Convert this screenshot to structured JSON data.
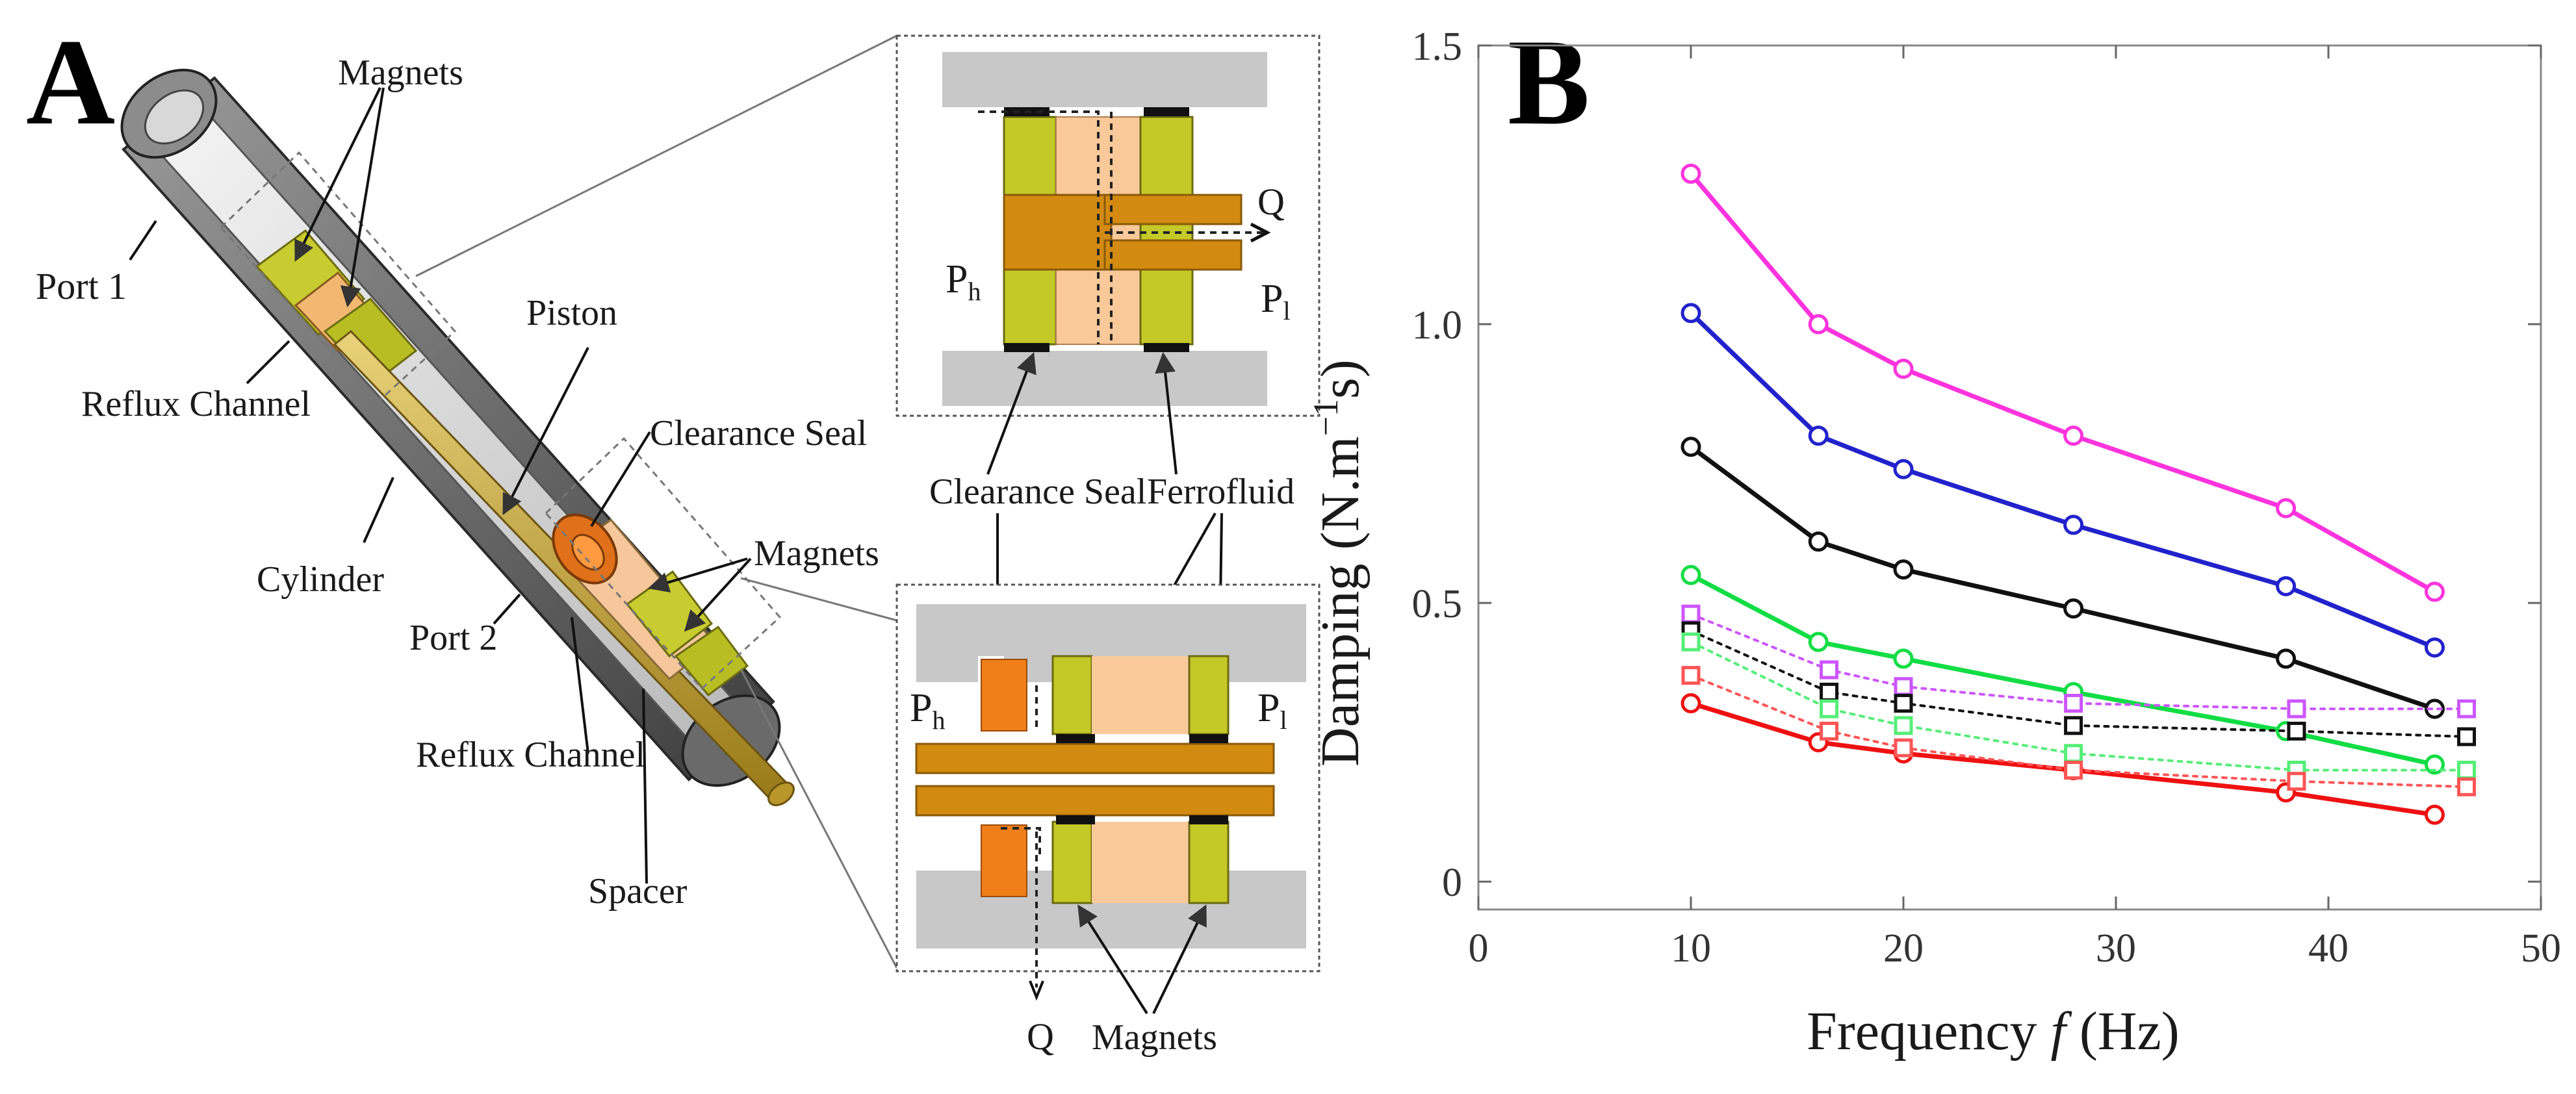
{
  "panels": {
    "a_letter": "A",
    "b_letter": "B"
  },
  "device": {
    "labels": {
      "magnets_top": "Magnets",
      "port1": "Port 1",
      "reflux_top": "Reflux Channel",
      "piston": "Piston",
      "clearance_seal_main": "Clearance Seal",
      "magnets_mid": "Magnets",
      "cylinder": "Cylinder",
      "port2": "Port 2",
      "reflux_bottom": "Reflux Channel",
      "spacer": "Spacer"
    }
  },
  "detail_top": {
    "q_label": "Q",
    "ph_label": "P",
    "ph_sub": "h",
    "pl_label": "P",
    "pl_sub": "l"
  },
  "middle_labels": {
    "clearance_seal": "Clearance Seal",
    "ferrofluid": "Ferrofluid"
  },
  "detail_bottom": {
    "ph_label": "P",
    "ph_sub": "h",
    "pl_label": "P",
    "pl_sub": "l",
    "q_label": "Q",
    "magnets": "Magnets"
  },
  "colors": {
    "magnet": "#c4c928",
    "ferrofluid_region": "#f9c99a",
    "piston": "#d28a10",
    "seal_orange": "#f07f1a",
    "wall_grey": "#c8c8c8"
  },
  "chart_data": {
    "type": "line",
    "xlabel_prefix": "Frequency ",
    "xlabel_var": "f",
    "xlabel_suffix": " (Hz)",
    "ylabel_main": "Damping (N.m",
    "ylabel_sup": "−1",
    "ylabel_tail": "s)",
    "xlim": [
      0,
      50
    ],
    "ylim": [
      -0.05,
      1.5
    ],
    "xticks": [
      0,
      10,
      20,
      30,
      40,
      50
    ],
    "xtick_labels": [
      "0",
      "10",
      "20",
      "30",
      "40",
      "50"
    ],
    "yticks": [
      0,
      0.5,
      1.0,
      1.5
    ],
    "ytick_labels": [
      "0",
      "0.5",
      "1.0",
      "1.5"
    ],
    "series": [
      {
        "color": "#ff33dd",
        "style": "solid",
        "marker": "circle",
        "x": [
          10,
          16,
          20,
          28,
          38,
          45
        ],
        "y": [
          1.27,
          1.0,
          0.92,
          0.8,
          0.67,
          0.52
        ]
      },
      {
        "color": "#2222cc",
        "style": "solid",
        "marker": "circle",
        "x": [
          10,
          16,
          20,
          28,
          38,
          45
        ],
        "y": [
          1.02,
          0.8,
          0.74,
          0.64,
          0.53,
          0.42
        ]
      },
      {
        "color": "#111111",
        "style": "solid",
        "marker": "circle",
        "x": [
          10,
          16,
          20,
          28,
          38,
          45
        ],
        "y": [
          0.78,
          0.61,
          0.56,
          0.49,
          0.4,
          0.31
        ]
      },
      {
        "color": "#11dd44",
        "style": "solid",
        "marker": "circle",
        "x": [
          10,
          16,
          20,
          28,
          38,
          45
        ],
        "y": [
          0.55,
          0.43,
          0.4,
          0.34,
          0.27,
          0.21
        ]
      },
      {
        "color": "#ee1111",
        "style": "solid",
        "marker": "circle",
        "x": [
          10,
          16,
          20,
          28,
          38,
          45
        ],
        "y": [
          0.32,
          0.25,
          0.23,
          0.2,
          0.16,
          0.12
        ]
      },
      {
        "color": "#cc55ff",
        "style": "dotted",
        "marker": "square",
        "x": [
          10,
          16.5,
          20,
          28,
          38.5,
          46.5
        ],
        "y": [
          0.48,
          0.38,
          0.35,
          0.32,
          0.31,
          0.31
        ]
      },
      {
        "color": "#111111",
        "style": "dotted",
        "marker": "square",
        "x": [
          10,
          16.5,
          20,
          28,
          38.5,
          46.5
        ],
        "y": [
          0.45,
          0.34,
          0.32,
          0.28,
          0.27,
          0.26
        ]
      },
      {
        "color": "#55ee77",
        "style": "dotted",
        "marker": "square",
        "x": [
          10,
          16.5,
          20,
          28,
          38.5,
          46.5
        ],
        "y": [
          0.43,
          0.31,
          0.28,
          0.23,
          0.2,
          0.2
        ]
      },
      {
        "color": "#ff5555",
        "style": "dotted",
        "marker": "square",
        "x": [
          10,
          16.5,
          20,
          28,
          38.5,
          46.5
        ],
        "y": [
          0.37,
          0.27,
          0.24,
          0.2,
          0.18,
          0.17
        ]
      }
    ]
  }
}
